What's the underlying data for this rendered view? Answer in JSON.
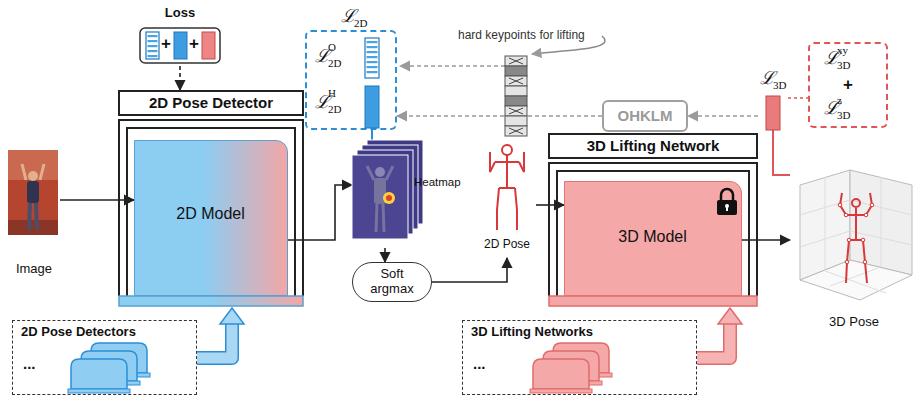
{
  "diagram": {
    "nodes": [
      {
        "text": [
          "Loss",
          "+",
          "+"
        ]
      },
      {
        "text": [
          "2D Pose Detector"
        ]
      },
      {
        "text": [
          "2D Model"
        ],
        "in": 1
      },
      {
        "text": [
          "2D Pose Detectors",
          "..."
        ]
      },
      {
        "text": [
          "Image"
        ]
      },
      {
        "text": [
          "Heatmap"
        ]
      },
      {
        "text": [
          "Soft argmax"
        ]
      },
      {
        "text": [
          "2D Pose"
        ]
      },
      {
        "text": [
          "3D Lifting Network"
        ]
      },
      {
        "text": [
          "3D Model"
        ],
        "in": 8
      },
      {
        "text": [
          "3D Lifting Networks",
          "..."
        ]
      },
      {
        "text": [
          "3D Pose"
        ]
      },
      {
        "text": [
          "ℒ",
          "2D",
          "ℒ",
          "2D",
          "O",
          "ℒ",
          "2D",
          "H"
        ]
      },
      {
        "text": [
          "OHKLM"
        ]
      },
      {
        "text": [
          "ℒ",
          "3D"
        ]
      },
      {
        "text": [
          "ℒ",
          "3D",
          "xy",
          "+",
          "ℒ",
          "3D",
          "z"
        ]
      }
    ],
    "edges": [
      {
        "from": 0,
        "to": 1,
        "arrow": "to"
      },
      {
        "from": 4,
        "to": 2,
        "arrow": "to"
      },
      {
        "from": 2,
        "to": 5,
        "arrow": "to"
      },
      {
        "from": 5,
        "to": 6,
        "arrow": "to"
      },
      {
        "from": 6,
        "to": 7,
        "arrow": "to"
      },
      {
        "from": 7,
        "to": 9,
        "arrow": "to"
      },
      {
        "from": 9,
        "to": 11,
        "arrow": "to"
      },
      {
        "from": 3,
        "to": 1,
        "arrow": "to"
      },
      {
        "from": 10,
        "to": 8,
        "arrow": "to"
      },
      {
        "from": 13,
        "to": 12,
        "arrow": "to"
      },
      {
        "from": 14,
        "to": 13,
        "arrow": "to"
      },
      {
        "from": 5,
        "to": 12,
        "arrow": "none"
      },
      {
        "from": 11,
        "to": 14,
        "arrow": "none"
      },
      {
        "from": 14,
        "to": 15,
        "arrow": "none"
      }
    ],
    "labels": [
      "hard keypoints for lifting"
    ]
  }
}
